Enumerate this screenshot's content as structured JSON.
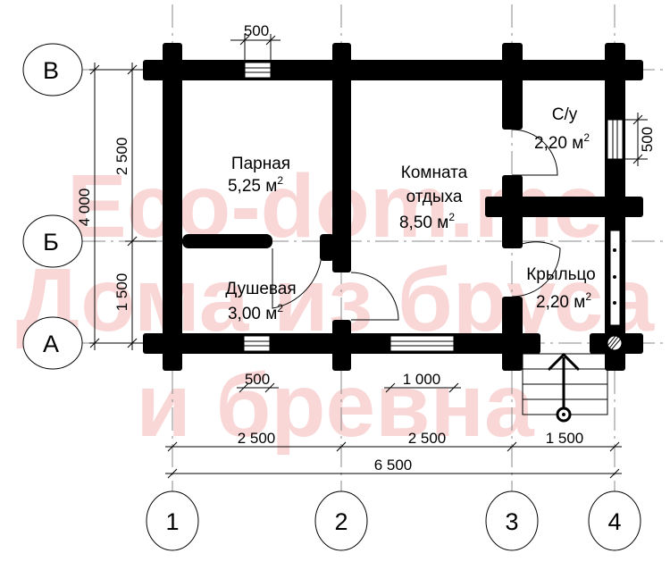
{
  "watermark": {
    "line1": "Eco-dom.me",
    "line2": "Дома из бруса",
    "line3": "и бревна"
  },
  "axes": {
    "columns": [
      "1",
      "2",
      "3",
      "4"
    ],
    "rows": [
      "В",
      "Б",
      "А"
    ]
  },
  "rooms": [
    {
      "name": "Парная",
      "area": "5,25 м",
      "sup": "2"
    },
    {
      "name": "Душевая",
      "area": "3,00 м",
      "sup": "2"
    },
    {
      "name": "Комната",
      "name2": "отдыха",
      "area": "8,50 м",
      "sup": "2"
    },
    {
      "name": "С/у",
      "area": "2,20 м",
      "sup": "2"
    },
    {
      "name": "Крыльцо",
      "area": "2,20 м",
      "sup": "2"
    }
  ],
  "dimensions": {
    "top_window": "500",
    "right_window": "500",
    "bottom_window_left": "500",
    "bottom_window_mid": "1 000",
    "left_upper": "2 500",
    "left_lower": "1 500",
    "left_total": "4 000",
    "bottom_1_2": "2 500",
    "bottom_2_3": "2 500",
    "bottom_3_4": "1 500",
    "bottom_total": "6 500"
  }
}
